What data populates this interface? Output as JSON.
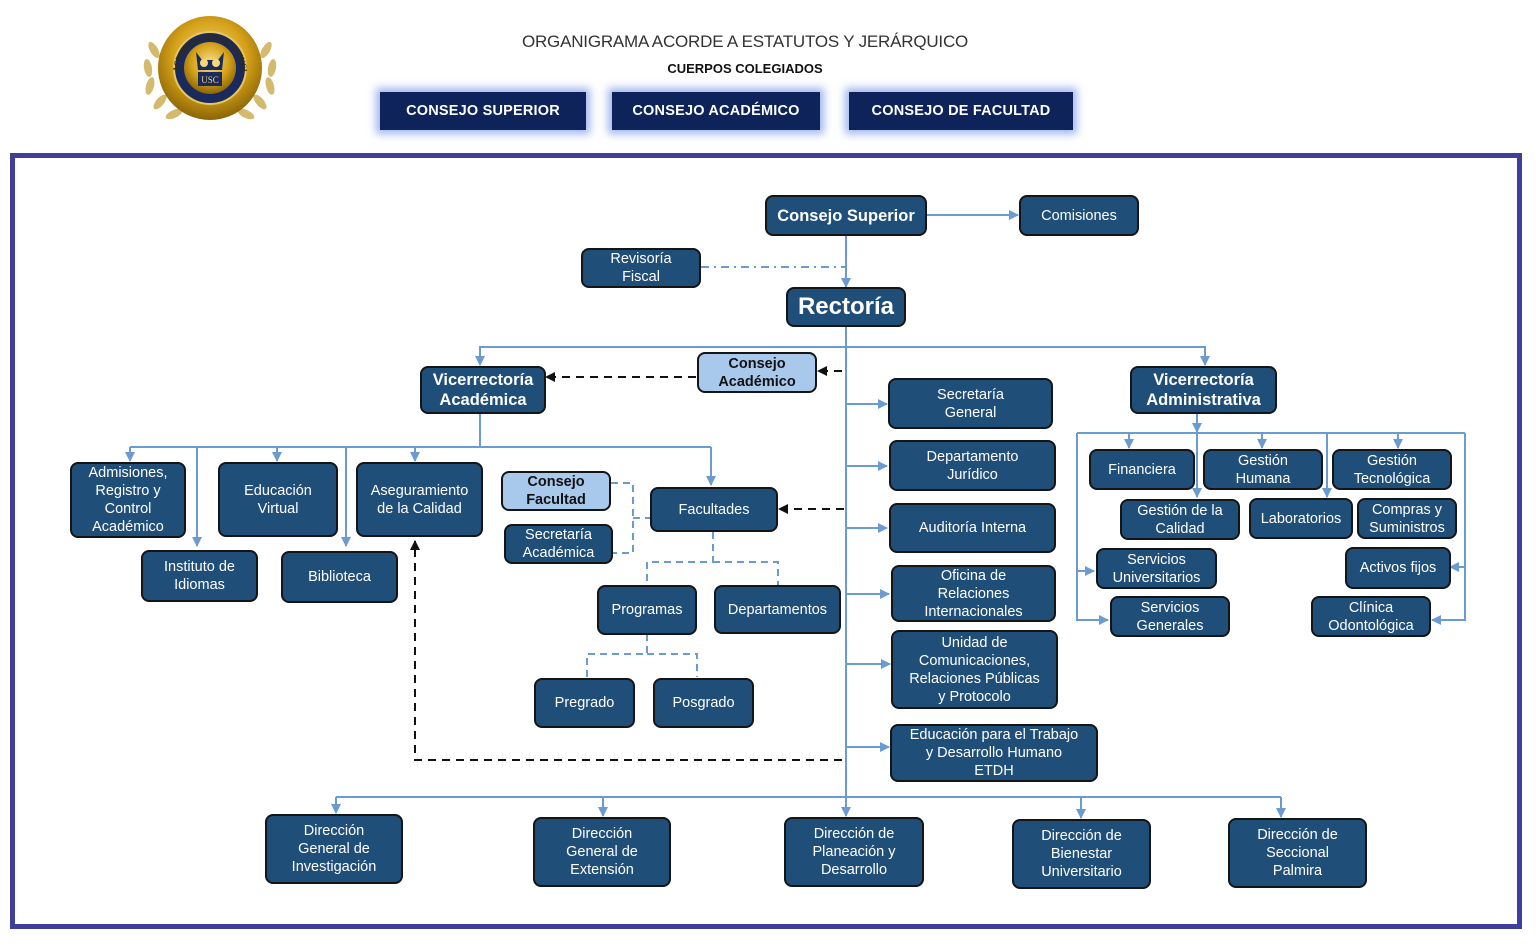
{
  "header": {
    "title": "ORGANIGRAMA ACORDE A ESTATUTOS Y JERÁRQUICO",
    "subtitle": "CUERPOS COLEGIADOS",
    "buttons": [
      "CONSEJO SUPERIOR",
      "CONSEJO ACADÉMICO",
      "CONSEJO DE FACULTAD"
    ],
    "seal": {
      "ring_text": "ACREDITACIÓN INSTITUCIONAL EN ALTA CALIDAD",
      "inner_left": "UNIVERSIDAD",
      "inner_right": "EXCELENCIA",
      "emblem": "USC"
    }
  },
  "colors": {
    "box_fill": "#1f4e79",
    "box_light_fill": "#a8c8ec",
    "connector": "#6b9bd1",
    "frame": "#3d3f9b",
    "button_fill": "#0d235a",
    "seal_gold": "#d4a017",
    "seal_navy": "#1b2a5c"
  },
  "chart": {
    "top": {
      "consejo_superior": "Consejo Superior",
      "comisiones": "Comisiones",
      "revisoria_fiscal": "Revisoría\nFiscal",
      "rectoria": "Rectoría"
    },
    "academic": {
      "vicerrectoria": "Vicerrectoría\nAcadémica",
      "consejo_academico": "Consejo\nAcadémico",
      "admisiones": "Admisiones,\nRegistro y\nControl\nAcadémico",
      "educacion_virtual": "Educación\nVirtual",
      "aseguramiento": "Aseguramiento\nde la Calidad",
      "instituto_idiomas": "Instituto de\nIdiomas",
      "biblioteca": "Biblioteca",
      "consejo_facultad": "Consejo\nFacultad",
      "secretaria_academica": "Secretaría\nAcadémica",
      "facultades": "Facultades",
      "programas": "Programas",
      "departamentos": "Departamentos",
      "pregrado": "Pregrado",
      "posgrado": "Posgrado"
    },
    "staff": [
      "Secretaría\nGeneral",
      "Departamento\nJurídico",
      "Auditoría Interna",
      "Oficina de\nRelaciones\nInternacionales",
      "Unidad de\nComunicaciones,\nRelaciones Públicas\ny Protocolo",
      "Educación para el Trabajo\ny  Desarrollo Humano\nETDH"
    ],
    "administrative": {
      "vicerrectoria": "Vicerrectoría\nAdministrativa",
      "financiera": "Financiera",
      "gestion_humana": "Gestión\nHumana",
      "gestion_tecnologica": "Gestión\nTecnológica",
      "gestion_calidad": "Gestión de la\nCalidad",
      "laboratorios": "Laboratorios",
      "compras": "Compras y\nSuministros",
      "servicios_universitarios": "Servicios\nUniversitarios",
      "activos_fijos": "Activos fijos",
      "servicios_generales": "Servicios\nGenerales",
      "clinica": "Clínica\nOdontológica"
    },
    "directions": [
      "Dirección\nGeneral de\nInvestigación",
      "Dirección\nGeneral de\nExtensión",
      "Dirección de\nPlaneación y\nDesarrollo",
      "Dirección de\nBienestar\nUniversitario",
      "Dirección de\nSeccional\nPalmira"
    ]
  }
}
